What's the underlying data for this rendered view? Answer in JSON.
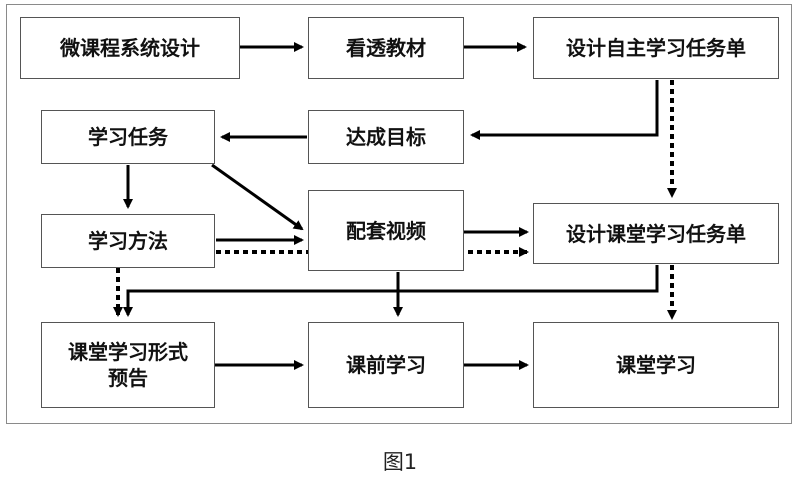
{
  "nodes": {
    "micro_course_design": "微课程系统设计",
    "study_textbook": "看透教材",
    "design_self_task_sheet": "设计自主学习任务单",
    "learning_tasks": "学习任务",
    "achieve_goals": "达成目标",
    "learning_methods": "学习方法",
    "supporting_video": "配套视频",
    "design_class_task_sheet": "设计课堂学习任务单",
    "class_form_preview": "课堂学习形式\n预告",
    "pre_class_learning": "课前学习",
    "class_learning": "课堂学习"
  },
  "caption": "图1"
}
